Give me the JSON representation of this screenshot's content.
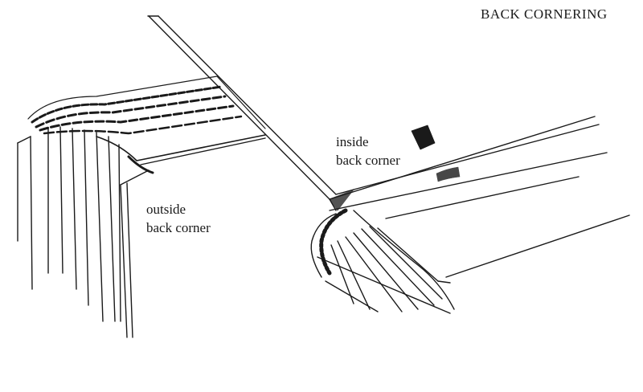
{
  "title": "BACK CORNERING",
  "labels": {
    "inside": {
      "line1": "inside",
      "line2": "back corner"
    },
    "outside": {
      "line1": "outside",
      "line2": "back corner"
    }
  },
  "colors": {
    "ink": "#1a1a1a",
    "paper": "#ffffff"
  }
}
